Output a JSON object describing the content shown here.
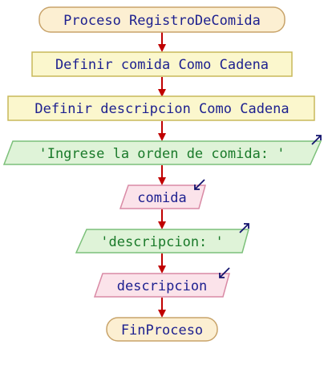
{
  "colors": {
    "terminal_fill": "#fcefd2",
    "terminal_stroke": "#c8a36a",
    "process_fill": "#fbf7cd",
    "process_stroke": "#c8b85a",
    "output_fill": "#dff3d8",
    "output_stroke": "#7cc07a",
    "input_fill": "#fbe3ea",
    "input_stroke": "#d98aa5",
    "arrow": "#c00000",
    "text_blue": "#1c1f8f",
    "text_green": "#1a7a2a",
    "io_arrow": "#14146e"
  },
  "flow": {
    "start": "Proceso RegistroDeComida",
    "define_comida": "Definir comida Como Cadena",
    "define_descripcion": "Definir descripcion Como Cadena",
    "output_1": "'Ingrese la orden de comida: '",
    "input_1": "comida",
    "output_2": "'descripcion: '",
    "input_2": "descripcion",
    "end": "FinProceso"
  },
  "icons": {
    "output": "output-arrow-icon",
    "input": "input-arrow-icon"
  }
}
